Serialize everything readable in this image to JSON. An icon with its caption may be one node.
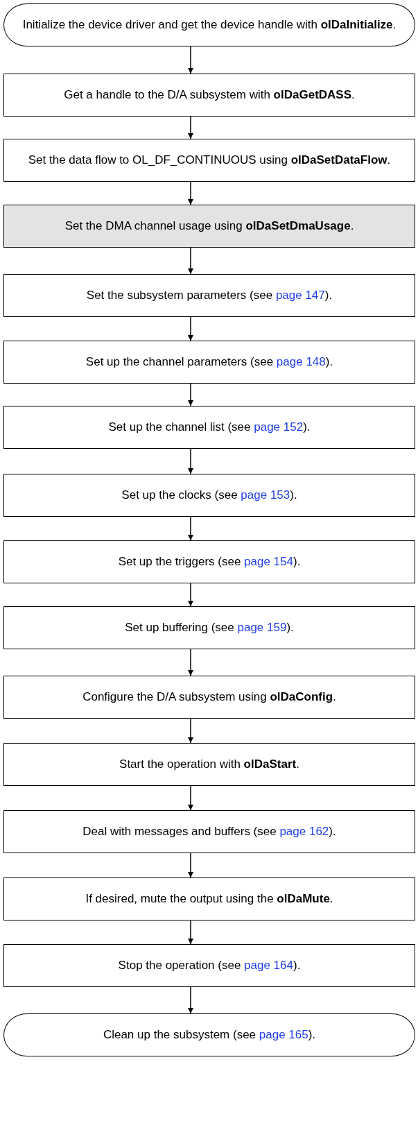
{
  "diagram": {
    "nodes": [
      {
        "text": [
          "Initialize the device driver and get the device handle with **olDaInitialize**."
        ]
      },
      {
        "text": [
          "Get a handle to the D/A subsystem with **olDaGetDASS**."
        ]
      },
      {
        "text": [
          "Set the data flow to OL_DF_CONTINUOUS using **olDaSetDataFlow**."
        ]
      },
      {
        "text": [
          "Set the DMA channel usage using **olDaSetDmaUsage**."
        ]
      },
      {
        "text": [
          "Set the subsystem parameters (see page 147)."
        ]
      },
      {
        "text": [
          "Set up the channel parameters (see page 148)."
        ]
      },
      {
        "text": [
          "Set up the channel list (see page 152)."
        ]
      },
      {
        "text": [
          "Set up the clocks (see page 153)."
        ]
      },
      {
        "text": [
          "Set up the triggers (see page 154)."
        ]
      },
      {
        "text": [
          "Set up buffering (see page 159)."
        ]
      },
      {
        "text": [
          "Configure the D/A subsystem using **olDaConfig**."
        ]
      },
      {
        "text": [
          "Start the operation with **olDaStart**."
        ]
      },
      {
        "text": [
          "Deal with messages and buffers (see page 162)."
        ]
      },
      {
        "text": [
          "If desired, mute the output using the **olDaMute**."
        ]
      },
      {
        "text": [
          "Stop the operation (see page 164)."
        ]
      },
      {
        "text": [
          "Clean up the subsystem (see page 165)."
        ]
      }
    ],
    "edges": [
      {
        "from": 0,
        "to": 1,
        "arrow": "to"
      },
      {
        "from": 1,
        "to": 2,
        "arrow": "to"
      },
      {
        "from": 2,
        "to": 3,
        "arrow": "to"
      },
      {
        "from": 3,
        "to": 4,
        "arrow": "to"
      },
      {
        "from": 4,
        "to": 5,
        "arrow": "to"
      },
      {
        "from": 5,
        "to": 6,
        "arrow": "to"
      },
      {
        "from": 6,
        "to": 7,
        "arrow": "to"
      },
      {
        "from": 7,
        "to": 8,
        "arrow": "to"
      },
      {
        "from": 8,
        "to": 9,
        "arrow": "to"
      },
      {
        "from": 9,
        "to": 10,
        "arrow": "to"
      },
      {
        "from": 10,
        "to": 11,
        "arrow": "to"
      },
      {
        "from": 11,
        "to": 12,
        "arrow": "to"
      },
      {
        "from": 12,
        "to": 13,
        "arrow": "to"
      },
      {
        "from": 13,
        "to": 14,
        "arrow": "to"
      },
      {
        "from": 14,
        "to": 15,
        "arrow": "to"
      }
    ]
  }
}
